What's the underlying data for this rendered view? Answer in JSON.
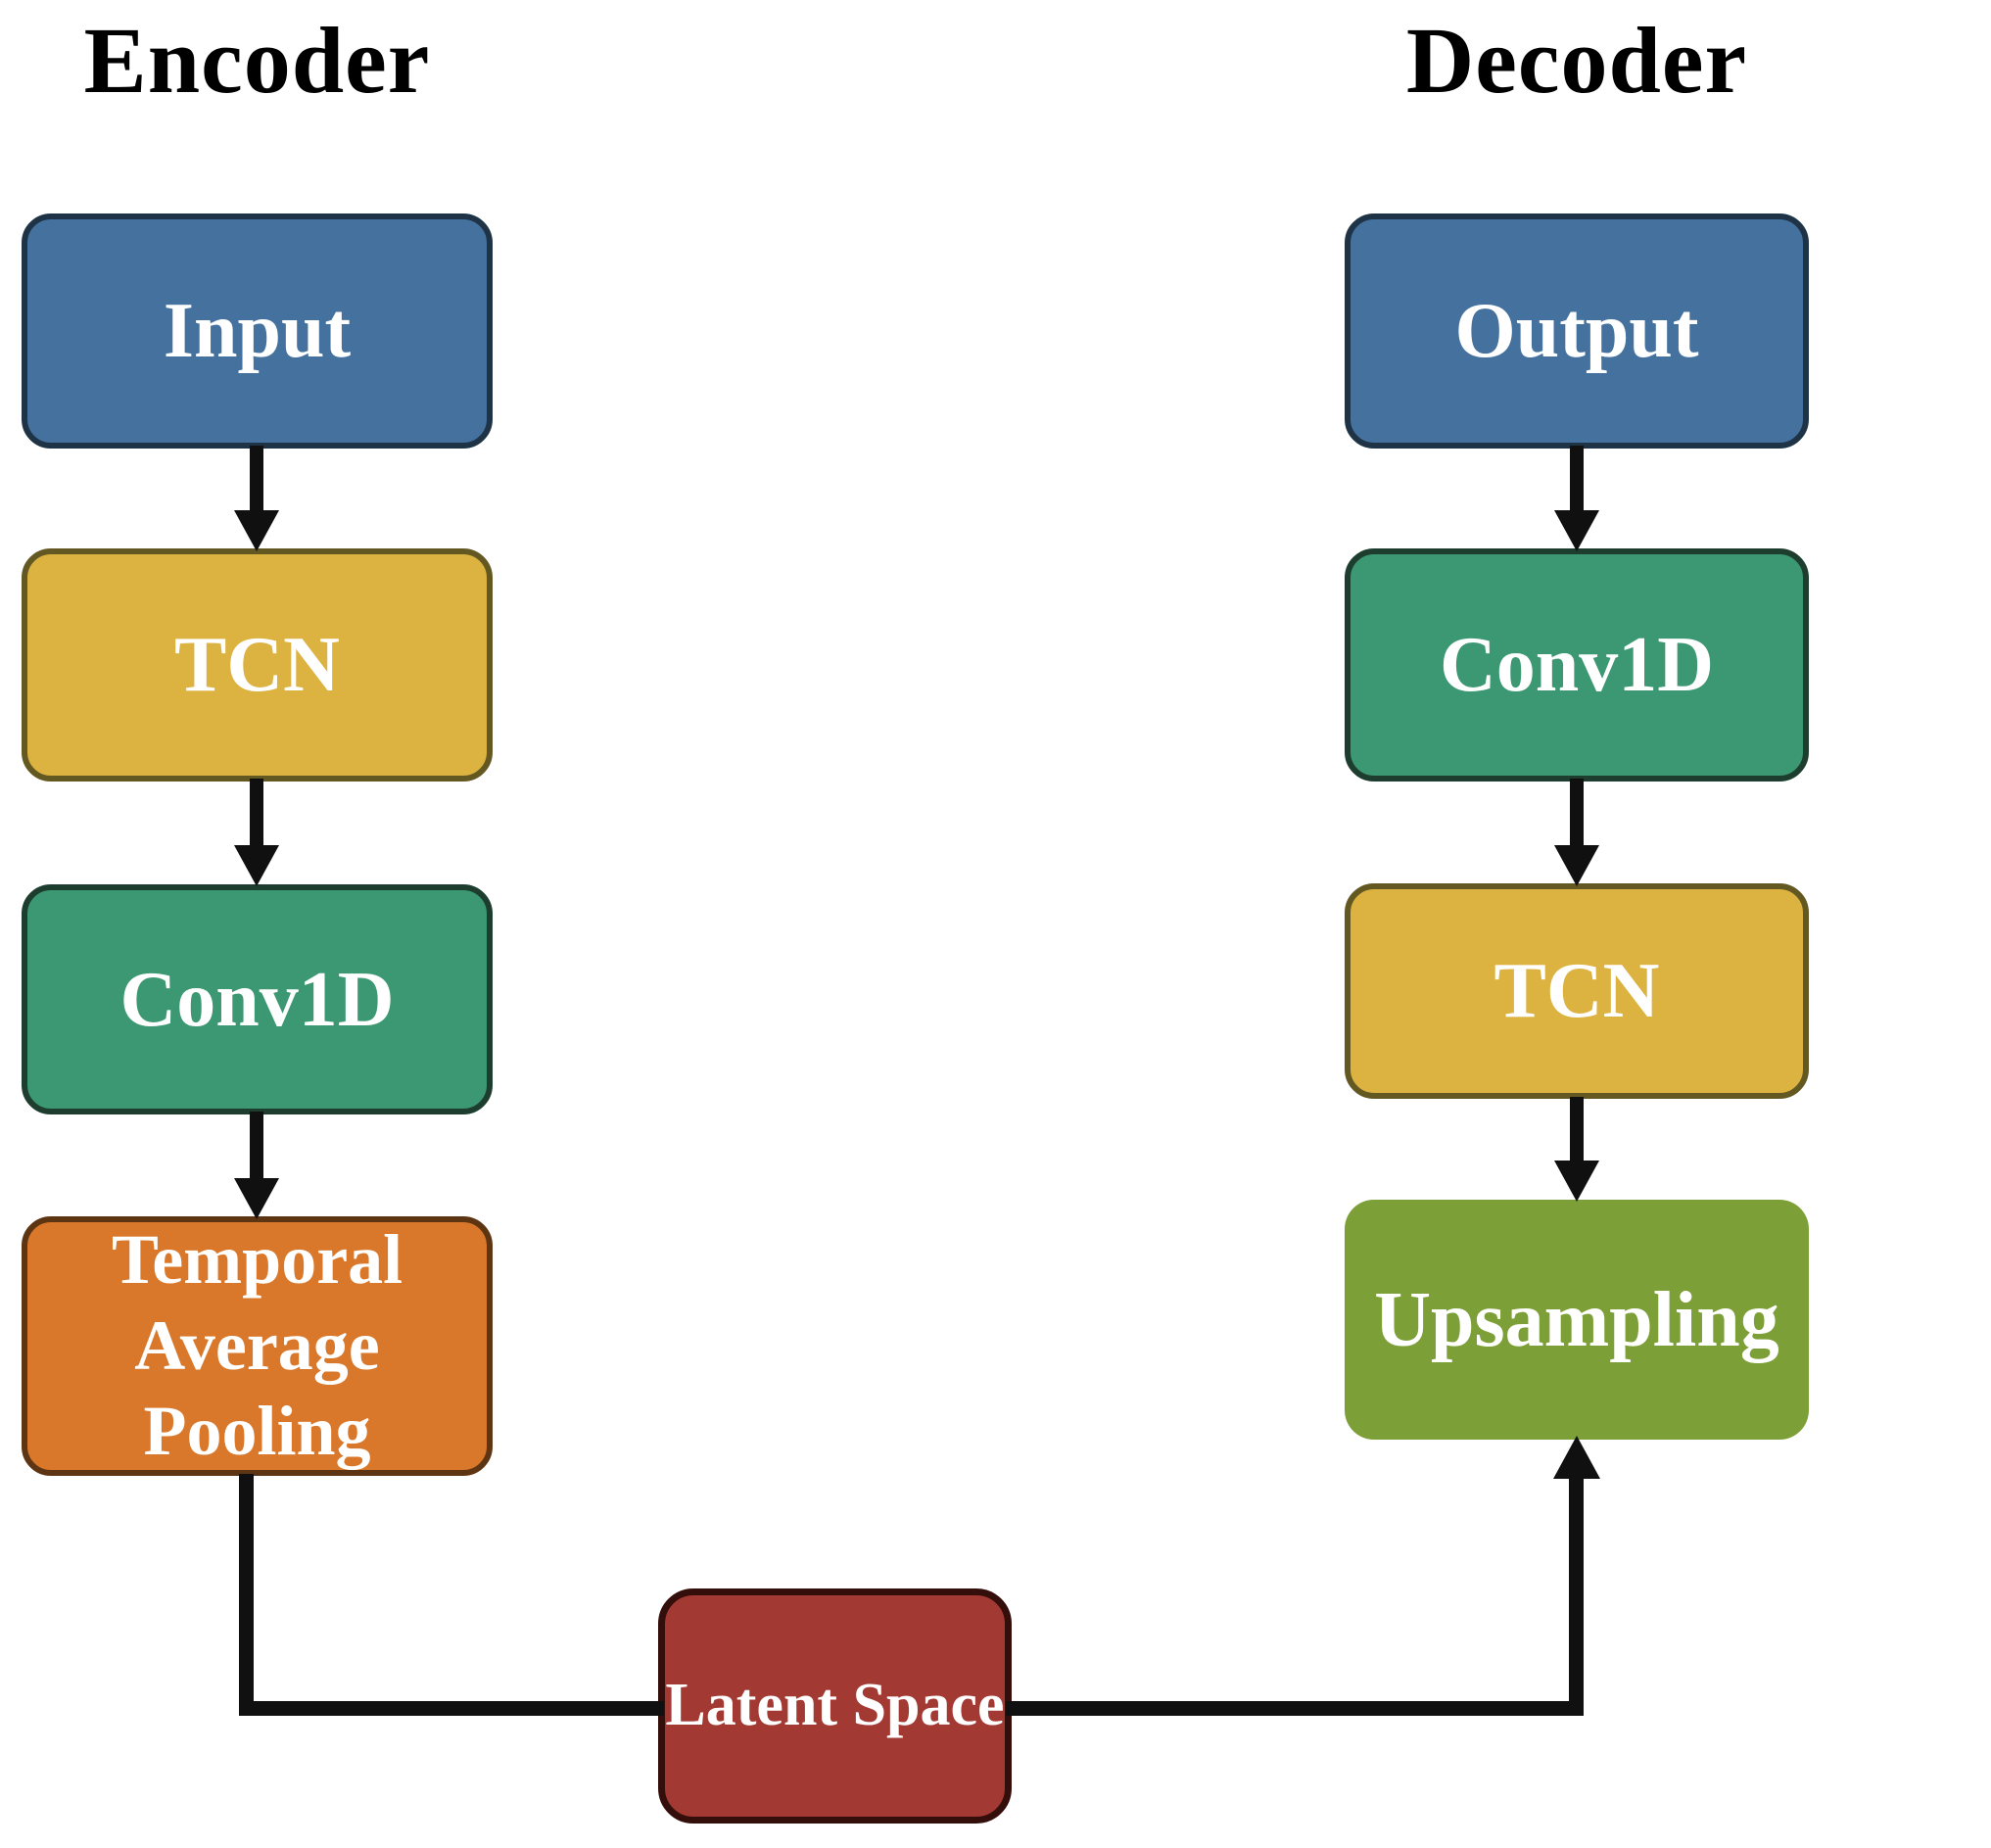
{
  "titles": {
    "encoder": "Encoder",
    "decoder": "Decoder"
  },
  "encoder_boxes": [
    {
      "label": "Input",
      "fill": "#45719f",
      "border": "#1f3347"
    },
    {
      "label": "TCN",
      "fill": "#dcb240",
      "border": "#635722"
    },
    {
      "label": "Conv1D",
      "fill": "#3c9872",
      "border": "#1d3d2f"
    },
    {
      "label": "Temporal Average Pooling",
      "fill": "#d9782b",
      "border": "#5e3512"
    }
  ],
  "decoder_boxes": [
    {
      "label": "Output",
      "fill": "#45719f",
      "border": "#1f3347"
    },
    {
      "label": "Conv1D",
      "fill": "#3c9872",
      "border": "#1d3d2f"
    },
    {
      "label": "TCN",
      "fill": "#dcb240",
      "border": "#635722"
    },
    {
      "label": "Upsampling",
      "fill": "#7d9f37",
      "border": "#7d9f37"
    }
  ],
  "latent": {
    "label": "Latent Space",
    "fill": "#a23a33",
    "border": "#330e0a"
  },
  "colors": {
    "arrow": "#101010",
    "title": "#000000"
  }
}
